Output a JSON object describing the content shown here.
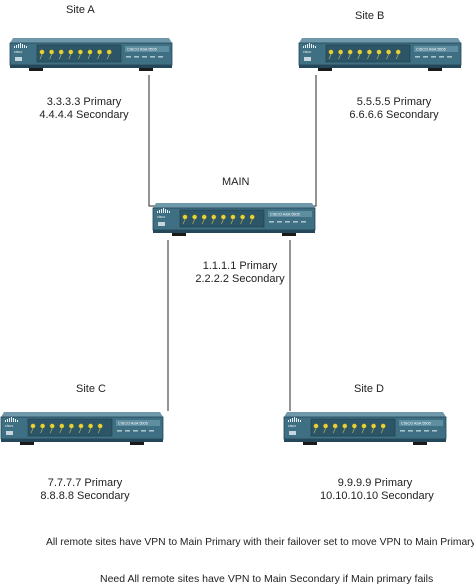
{
  "sites": {
    "a": {
      "name": "Site A",
      "primary": "3.3.3.3 Primary",
      "secondary": "4.4.4.4 Secondary",
      "device_model_text": "CISCO ASA 5505",
      "brand": "cisco"
    },
    "b": {
      "name": "Site B",
      "primary": "5.5.5.5 Primary",
      "secondary": "6.6.6.6 Secondary",
      "device_model_text": "CISCO ASA 5505",
      "brand": "cisco"
    },
    "main": {
      "name": "MAIN",
      "primary": "1.1.1.1 Primary",
      "secondary": "2.2.2.2 Secondary",
      "device_model_text": "CISCO ASA 5505",
      "brand": "cisco"
    },
    "c": {
      "name": "Site C",
      "primary": "7.7.7.7 Primary",
      "secondary": "8.8.8.8 Secondary",
      "device_model_text": "CISCO ASA 5505",
      "brand": "cisco"
    },
    "d": {
      "name": "Site D",
      "primary": "9.9.9.9 Primary",
      "secondary": "10.10.10.10 Secondary",
      "device_model_text": "CISCO ASA 5505",
      "brand": "cisco"
    }
  },
  "notes": {
    "line1": "All remote sites have VPN to Main Primary with their failover set to move VPN to Main Primary",
    "line2": "Need All remote sites have VPN to Main Secondary if Main primary fails"
  },
  "colors": {
    "device_body": "#3f6f82",
    "device_body_dark": "#24485a",
    "device_panel": "#2c5568",
    "port_yellow": "#e6d23a",
    "link_line": "#2a2a2a"
  }
}
